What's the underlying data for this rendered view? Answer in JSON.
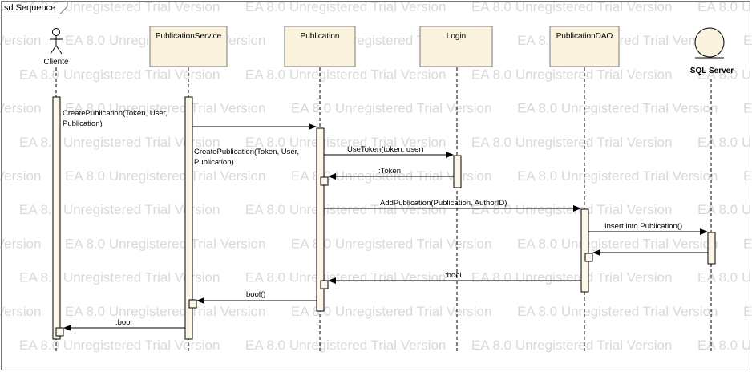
{
  "frame": {
    "label": "sd Sequence"
  },
  "watermark": {
    "text": "EA 8.0 Unregistered Trial Version"
  },
  "lifelines": {
    "cliente": "Cliente",
    "publication_service": "PublicationService",
    "publication": "Publication",
    "login": "Login",
    "publication_dao": "PublicationDAO",
    "sql_server": "SQL Server"
  },
  "messages": {
    "m1_line1": "CreatePublication(Token, User,",
    "m1_line2": "Publication)",
    "m2_line1": "CreatePublication(Token, User,",
    "m2_line2": "Publication)",
    "m3": "UseToken(token, user)",
    "m4": ":Token",
    "m5": "AddPublication(Publication, AuthorID)",
    "m6": "Insert into Publication()",
    "m7": ":bool",
    "m8": "bool()",
    "m9": ":bool"
  },
  "colors": {
    "lifeline_box": "#fbf3dd",
    "lifeline_border": "#7a7a7a",
    "activation_fill": "#fdf7ea",
    "line": "#000000",
    "watermark": "#d9d9d9"
  }
}
